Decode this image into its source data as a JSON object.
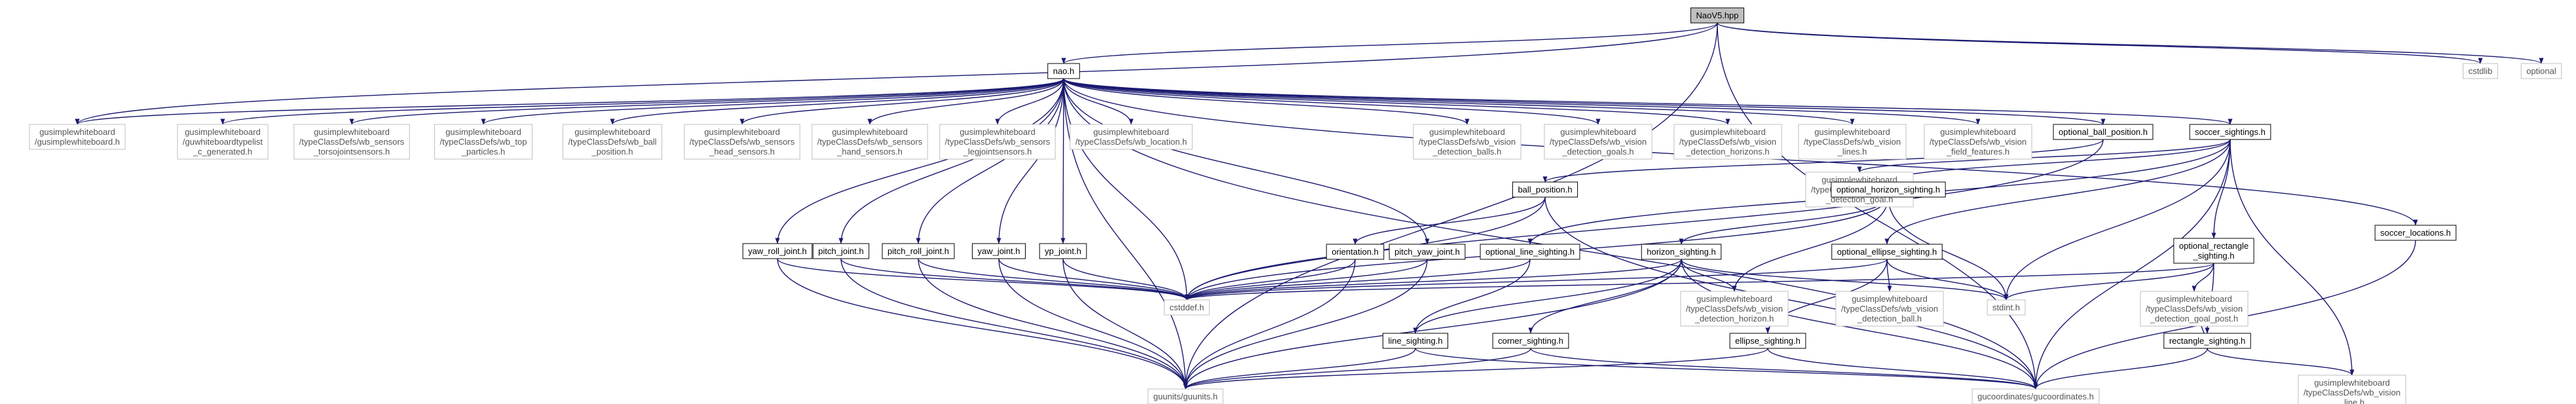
{
  "graph": {
    "nodes": [
      {
        "id": "root",
        "lines": [
          "NaoV5.hpp"
        ],
        "style": "root"
      },
      {
        "id": "nao",
        "lines": [
          "nao.h"
        ],
        "style": "plain"
      },
      {
        "id": "cstdlib",
        "lines": [
          "cstdlib"
        ],
        "style": "missing"
      },
      {
        "id": "optional",
        "lines": [
          "optional"
        ],
        "style": "missing"
      },
      {
        "id": "gusimplewb",
        "lines": [
          "gusimplewhiteboard",
          "/gusimplewhiteboard.h"
        ],
        "style": "missing"
      },
      {
        "id": "typelist",
        "lines": [
          "gusimplewhiteboard",
          "/guwhiteboardtypelist",
          "_c_generated.h"
        ],
        "style": "missing"
      },
      {
        "id": "torso",
        "lines": [
          "gusimplewhiteboard",
          "/typeClassDefs/wb_sensors",
          "_torsojointsensors.h"
        ],
        "style": "missing"
      },
      {
        "id": "particles",
        "lines": [
          "gusimplewhiteboard",
          "/typeClassDefs/wb_top",
          "_particles.h"
        ],
        "style": "missing"
      },
      {
        "id": "ballpos",
        "lines": [
          "gusimplewhiteboard",
          "/typeClassDefs/wb_ball",
          "_position.h"
        ],
        "style": "missing"
      },
      {
        "id": "headsens",
        "lines": [
          "gusimplewhiteboard",
          "/typeClassDefs/wb_sensors",
          "_head_sensors.h"
        ],
        "style": "missing"
      },
      {
        "id": "handsens",
        "lines": [
          "gusimplewhiteboard",
          "/typeClassDefs/wb_sensors",
          "_hand_sensors.h"
        ],
        "style": "missing"
      },
      {
        "id": "legjoint",
        "lines": [
          "gusimplewhiteboard",
          "/typeClassDefs/wb_sensors",
          "_legjointsensors.h"
        ],
        "style": "missing"
      },
      {
        "id": "location",
        "lines": [
          "gusimplewhiteboard",
          "/typeClassDefs/wb_location.h"
        ],
        "style": "missing"
      },
      {
        "id": "balls",
        "lines": [
          "gusimplewhiteboard",
          "/typeClassDefs/wb_vision",
          "_detection_balls.h"
        ],
        "style": "missing"
      },
      {
        "id": "goals",
        "lines": [
          "gusimplewhiteboard",
          "/typeClassDefs/wb_vision",
          "_detection_goals.h"
        ],
        "style": "missing"
      },
      {
        "id": "horizons",
        "lines": [
          "gusimplewhiteboard",
          "/typeClassDefs/wb_vision",
          "_detection_horizons.h"
        ],
        "style": "missing"
      },
      {
        "id": "vlines",
        "lines": [
          "gusimplewhiteboard",
          "/typeClassDefs/wb_vision",
          "_lines.h"
        ],
        "style": "missing"
      },
      {
        "id": "field",
        "lines": [
          "gusimplewhiteboard",
          "/typeClassDefs/wb_vision",
          "_field_features.h"
        ],
        "style": "missing"
      },
      {
        "id": "optball",
        "lines": [
          "optional_ball_position.h"
        ],
        "style": "plain"
      },
      {
        "id": "soccer",
        "lines": [
          "soccer_sightings.h"
        ],
        "style": "plain"
      },
      {
        "id": "soccerloc",
        "lines": [
          "soccer_locations.h"
        ],
        "style": "plain"
      },
      {
        "id": "detgoal",
        "lines": [
          "gusimplewhiteboard",
          "/typeClassDefs/wb_vision",
          "_detection_goal.h"
        ],
        "style": "missing"
      },
      {
        "id": "ballposh",
        "lines": [
          "ball_position.h"
        ],
        "style": "plain"
      },
      {
        "id": "opthoriz",
        "lines": [
          "optional_horizon_sighting.h"
        ],
        "style": "plain"
      },
      {
        "id": "optrect",
        "lines": [
          "optional_rectangle",
          "_sighting.h"
        ],
        "style": "plain"
      },
      {
        "id": "optellipse",
        "lines": [
          "optional_ellipse_sighting.h"
        ],
        "style": "plain"
      },
      {
        "id": "orientation",
        "lines": [
          "orientation.h"
        ],
        "style": "plain"
      },
      {
        "id": "pitchyaw",
        "lines": [
          "pitch_yaw_joint.h"
        ],
        "style": "plain"
      },
      {
        "id": "optline",
        "lines": [
          "optional_line_sighting.h"
        ],
        "style": "plain"
      },
      {
        "id": "horizon",
        "lines": [
          "horizon_sighting.h"
        ],
        "style": "plain"
      },
      {
        "id": "yawroll",
        "lines": [
          "yaw_roll_joint.h"
        ],
        "style": "plain"
      },
      {
        "id": "pitch",
        "lines": [
          "pitch_joint.h"
        ],
        "style": "plain"
      },
      {
        "id": "pitchroll",
        "lines": [
          "pitch_roll_joint.h"
        ],
        "style": "plain"
      },
      {
        "id": "yaw",
        "lines": [
          "yaw_joint.h"
        ],
        "style": "plain"
      },
      {
        "id": "yp",
        "lines": [
          "yp_joint.h"
        ],
        "style": "plain"
      },
      {
        "id": "stddef",
        "lines": [
          "cstddef.h"
        ],
        "style": "missing"
      },
      {
        "id": "lineh",
        "lines": [
          "line_sighting.h"
        ],
        "style": "plain"
      },
      {
        "id": "corner",
        "lines": [
          "corner_sighting.h"
        ],
        "style": "plain"
      },
      {
        "id": "ellipse",
        "lines": [
          "ellipse_sighting.h"
        ],
        "style": "plain"
      },
      {
        "id": "dethoriz",
        "lines": [
          "gusimplewhiteboard",
          "/typeClassDefs/wb_vision",
          "_detection_horizon.h"
        ],
        "style": "missing"
      },
      {
        "id": "detball",
        "lines": [
          "gusimplewhiteboard",
          "/typeClassDefs/wb_vision",
          "_detection_ball.h"
        ],
        "style": "missing"
      },
      {
        "id": "stdint",
        "lines": [
          "stdint.h"
        ],
        "style": "missing"
      },
      {
        "id": "goalpost",
        "lines": [
          "gusimplewhiteboard",
          "/typeClassDefs/wb_vision",
          "_detection_goal_post.h"
        ],
        "style": "missing"
      },
      {
        "id": "rect",
        "lines": [
          "rectangle_sighting.h"
        ],
        "style": "plain"
      },
      {
        "id": "guunits",
        "lines": [
          "guunits/guunits.h"
        ],
        "style": "missing"
      },
      {
        "id": "gucoord",
        "lines": [
          "gucoordinates/gucoordinates.h"
        ],
        "style": "missing"
      },
      {
        "id": "wbline",
        "lines": [
          "gusimplewhiteboard",
          "/typeClassDefs/wb_vision",
          "_line.h"
        ],
        "style": "missing"
      }
    ],
    "edges": [
      [
        "root",
        "nao"
      ],
      [
        "root",
        "cstdlib"
      ],
      [
        "root",
        "optional"
      ],
      [
        "root",
        "gusimplewb"
      ],
      [
        "root",
        "guunits"
      ],
      [
        "root",
        "gucoord"
      ],
      [
        "nao",
        "gusimplewb"
      ],
      [
        "nao",
        "typelist"
      ],
      [
        "nao",
        "torso"
      ],
      [
        "nao",
        "particles"
      ],
      [
        "nao",
        "ballpos"
      ],
      [
        "nao",
        "headsens"
      ],
      [
        "nao",
        "handsens"
      ],
      [
        "nao",
        "legjoint"
      ],
      [
        "nao",
        "location"
      ],
      [
        "nao",
        "balls"
      ],
      [
        "nao",
        "goals"
      ],
      [
        "nao",
        "horizons"
      ],
      [
        "nao",
        "vlines"
      ],
      [
        "nao",
        "field"
      ],
      [
        "nao",
        "optball"
      ],
      [
        "nao",
        "soccer"
      ],
      [
        "nao",
        "soccerloc"
      ],
      [
        "nao",
        "yawroll"
      ],
      [
        "nao",
        "pitch"
      ],
      [
        "nao",
        "pitchroll"
      ],
      [
        "nao",
        "yaw"
      ],
      [
        "nao",
        "yp"
      ],
      [
        "nao",
        "pitchyaw"
      ],
      [
        "nao",
        "stddef"
      ],
      [
        "nao",
        "guunits"
      ],
      [
        "nao",
        "gucoord"
      ],
      [
        "optball",
        "ballposh"
      ],
      [
        "optball",
        "stddef"
      ],
      [
        "soccer",
        "detgoal"
      ],
      [
        "soccer",
        "opthoriz"
      ],
      [
        "soccer",
        "optrect"
      ],
      [
        "soccer",
        "optellipse"
      ],
      [
        "soccer",
        "optline"
      ],
      [
        "soccer",
        "stdint"
      ],
      [
        "soccer",
        "gucoord"
      ],
      [
        "soccer",
        "wbline"
      ],
      [
        "soccerloc",
        "gucoord"
      ],
      [
        "ballposh",
        "orientation"
      ],
      [
        "ballposh",
        "stddef"
      ],
      [
        "ballposh",
        "gucoord"
      ],
      [
        "opthoriz",
        "horizon"
      ],
      [
        "opthoriz",
        "stddef"
      ],
      [
        "opthoriz",
        "stdint"
      ],
      [
        "opthoriz",
        "dethoriz"
      ],
      [
        "optrect",
        "rect"
      ],
      [
        "optrect",
        "stdint"
      ],
      [
        "optrect",
        "stddef"
      ],
      [
        "optrect",
        "goalpost"
      ],
      [
        "optellipse",
        "ellipse"
      ],
      [
        "optellipse",
        "stdint"
      ],
      [
        "optellipse",
        "detball"
      ],
      [
        "optellipse",
        "stddef"
      ],
      [
        "orientation",
        "stddef"
      ],
      [
        "orientation",
        "guunits"
      ],
      [
        "pitchyaw",
        "stddef"
      ],
      [
        "pitchyaw",
        "guunits"
      ],
      [
        "optline",
        "lineh"
      ],
      [
        "optline",
        "stddef"
      ],
      [
        "horizon",
        "lineh"
      ],
      [
        "horizon",
        "corner"
      ],
      [
        "horizon",
        "stddef"
      ],
      [
        "horizon",
        "stdint"
      ],
      [
        "horizon",
        "dethoriz"
      ],
      [
        "horizon",
        "guunits"
      ],
      [
        "horizon",
        "gucoord"
      ],
      [
        "yawroll",
        "stddef"
      ],
      [
        "yawroll",
        "guunits"
      ],
      [
        "pitch",
        "stddef"
      ],
      [
        "pitch",
        "guunits"
      ],
      [
        "pitchroll",
        "stddef"
      ],
      [
        "pitchroll",
        "guunits"
      ],
      [
        "yaw",
        "stddef"
      ],
      [
        "yaw",
        "guunits"
      ],
      [
        "yp",
        "stddef"
      ],
      [
        "yp",
        "guunits"
      ],
      [
        "lineh",
        "guunits"
      ],
      [
        "lineh",
        "gucoord"
      ],
      [
        "corner",
        "guunits"
      ],
      [
        "corner",
        "gucoord"
      ],
      [
        "ellipse",
        "guunits"
      ],
      [
        "ellipse",
        "gucoord"
      ],
      [
        "rect",
        "gucoord"
      ],
      [
        "rect",
        "wbline"
      ],
      [
        "rect",
        "goalpost"
      ]
    ]
  },
  "colors": {
    "edge": "#191970",
    "node_border": "#000000",
    "missing_border": "#bfbfbf",
    "root_fill": "#bfbfbf",
    "text": "#000000",
    "missing_text": "#555555"
  }
}
